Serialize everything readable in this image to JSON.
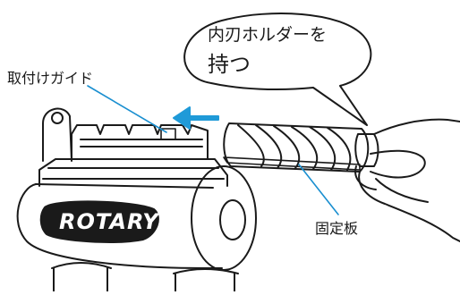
{
  "callout": {
    "line1": "内刃ホルダーを",
    "line2": "持つ"
  },
  "labels": {
    "guide": "取付けガイド",
    "plate": "固定板"
  },
  "brand": "ROTARY",
  "colors": {
    "ink": "#1a1a1a",
    "leader": "#1a8fd0",
    "arrow": "#1f9ad8"
  }
}
